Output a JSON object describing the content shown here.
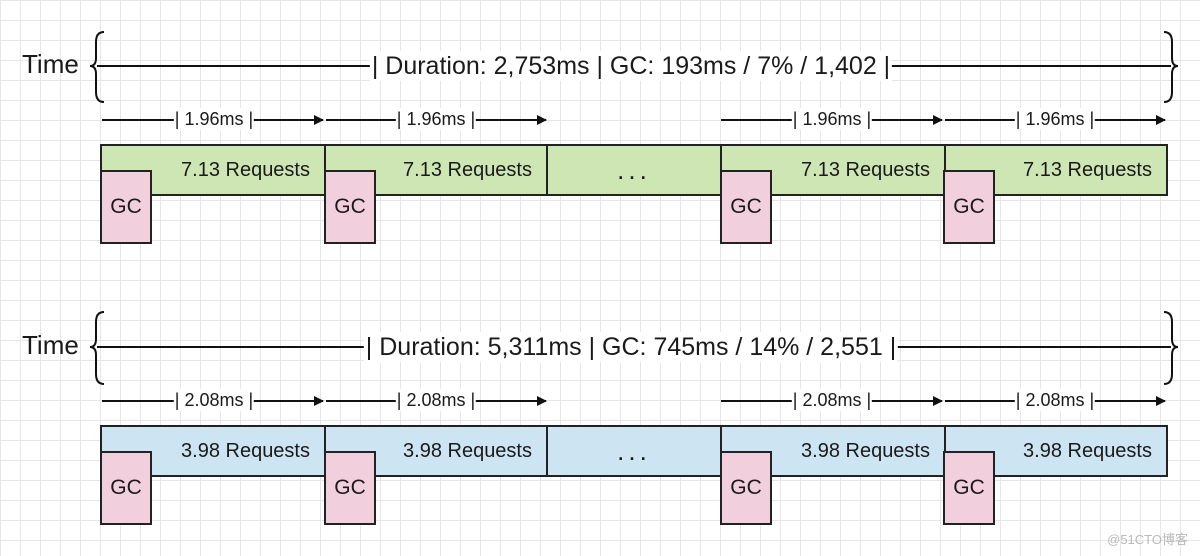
{
  "diagrams": [
    {
      "time_label": "Time",
      "duration_text": "| Duration: 2,753ms | GC: 193ms / 7% / 1,402 |",
      "interval_labels": [
        "| 1.96ms |",
        "| 1.96ms |",
        "| 1.96ms |",
        "| 1.96ms |"
      ],
      "segments": [
        "7.13 Requests",
        "7.13 Requests",
        "...",
        "7.13 Requests",
        "7.13 Requests"
      ],
      "gc_labels": [
        "GC",
        "GC",
        "GC",
        "GC"
      ],
      "fill": "#cde6b4"
    },
    {
      "time_label": "Time",
      "duration_text": "| Duration: 5,311ms | GC: 745ms / 14% / 2,551 |",
      "interval_labels": [
        "| 2.08ms |",
        "| 2.08ms |",
        "| 2.08ms |",
        "| 2.08ms |"
      ],
      "segments": [
        "3.98 Requests",
        "3.98 Requests",
        "...",
        "3.98 Requests",
        "3.98 Requests"
      ],
      "gc_labels": [
        "GC",
        "GC",
        "GC",
        "GC"
      ],
      "fill": "#cde4f3"
    }
  ],
  "watermark": "@51CTO博客",
  "colors": {
    "gc_fill": "#f2cfdd",
    "grid": "#e6e6e6",
    "line": "#222222"
  }
}
